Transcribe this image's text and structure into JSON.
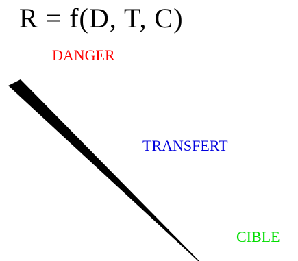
{
  "formula": {
    "text": "R = f(D, T, C)"
  },
  "labels": {
    "danger": "DANGER",
    "transfert": "TRANSFERT",
    "cible": "CIBLE"
  },
  "colors": {
    "formula": "#000000",
    "danger": "#ff0000",
    "transfert": "#0000dd",
    "cible": "#00dd00",
    "wedge": "#000000"
  }
}
